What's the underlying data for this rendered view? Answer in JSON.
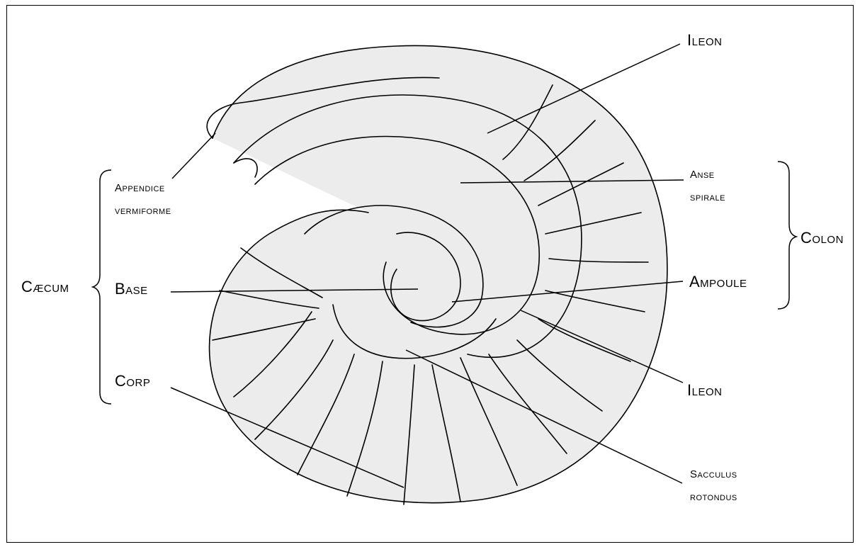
{
  "labels": {
    "ileon_top": "Ileon",
    "appendice": [
      "Appendice",
      "vermiforme"
    ],
    "anse": [
      "Anse",
      "spirale"
    ],
    "colon": "Colon",
    "caecum": "Cæcum",
    "base": "Base",
    "ampoule": "Ampoule",
    "corp": "Corp",
    "ileon_bottom": "Ileon",
    "sacculus": [
      "Sacculus",
      "rotondus"
    ]
  },
  "colors": {
    "ink": "#000000",
    "fill": "#ececec",
    "background": "#ffffff"
  }
}
